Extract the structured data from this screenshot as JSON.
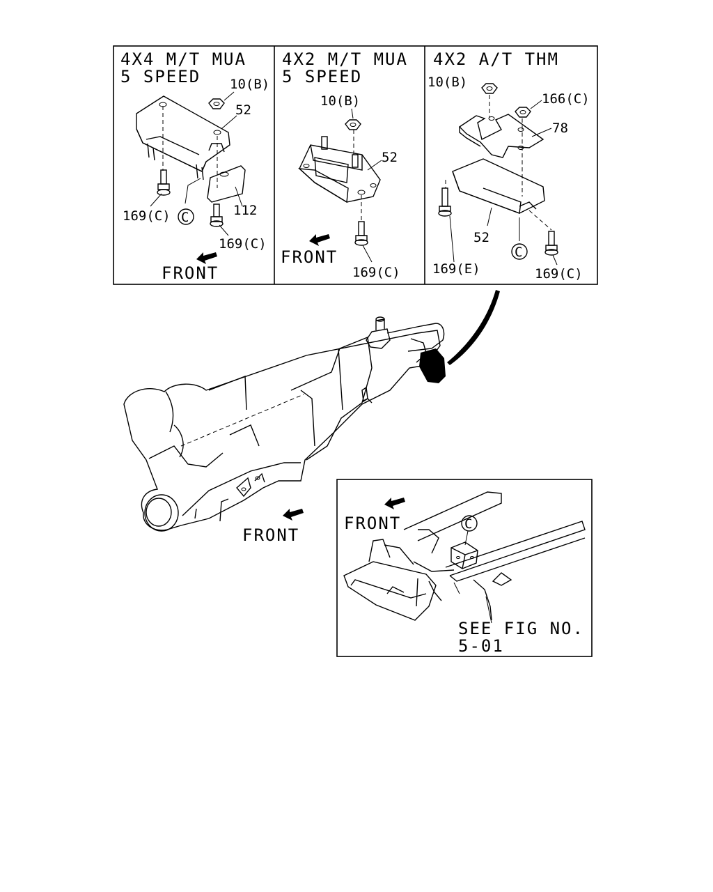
{
  "panels": [
    {
      "header_line1": "4X4 M/T MUA",
      "header_line2": "5 SPEED",
      "callouts": [
        "10(B)",
        "52",
        "169(C)",
        "112",
        "169(C)"
      ],
      "ref_circle": "C",
      "front_label": "FRONT"
    },
    {
      "header_line1": "4X2 M/T MUA",
      "header_line2": "5 SPEED",
      "callouts": [
        "10(B)",
        "52",
        "169(C)"
      ],
      "front_label": "FRONT"
    },
    {
      "header_line1": "4X2 A/T THM",
      "callouts": [
        "10(B)",
        "166(C)",
        "78",
        "52",
        "169(E)",
        "169(C)"
      ],
      "ref_circle": "C"
    }
  ],
  "main_view": {
    "front_label": "FRONT"
  },
  "frame_inset": {
    "front_label": "FRONT",
    "ref_circle": "C",
    "see_fig_line1": "SEE FIG NO.",
    "see_fig_line2": "5-01"
  }
}
